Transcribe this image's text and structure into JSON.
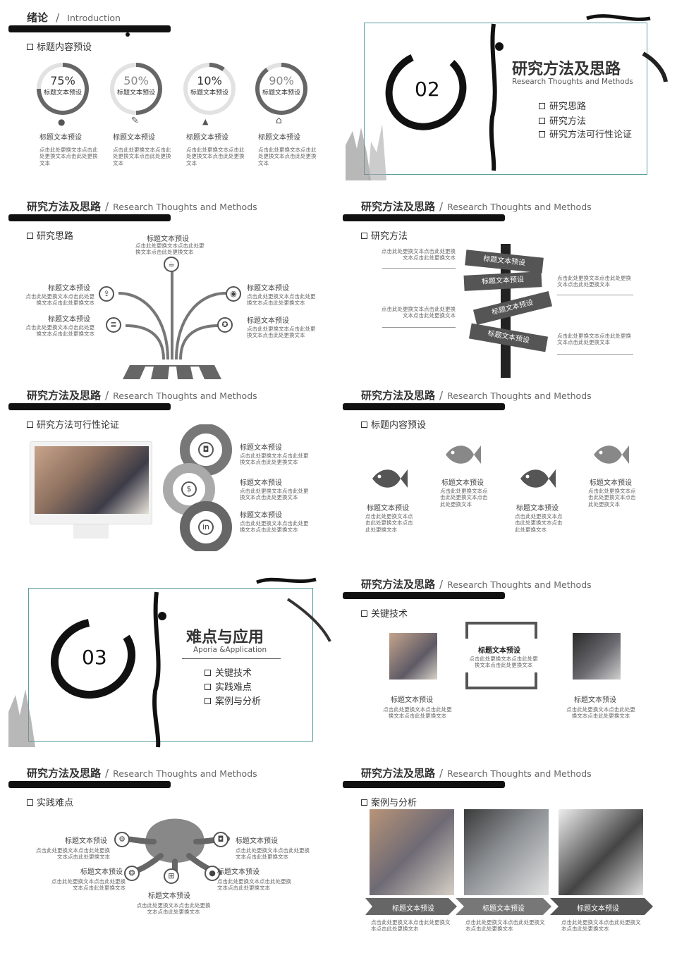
{
  "common": {
    "section_cn": "研究方法及思路",
    "separator": "/",
    "section_en": "Research Thoughts and Methods",
    "placeholder_title": "标题文本预设",
    "placeholder_body": "点击此处更换文本点击此处更换文本点击此处更换文本",
    "placeholder_body_b": "点击此处更换文本点击此处更换文本点击此处更换文本"
  },
  "s1": {
    "title_cn": "绪论",
    "title_en": "Introduction",
    "subtitle": "标题内容预设",
    "rings": [
      {
        "pct": "75%",
        "label": "标题文本预设",
        "value": 0.75,
        "icon": "user-icon",
        "glyph": "👤"
      },
      {
        "pct": "50%",
        "label": "标题文本预设",
        "value": 0.5,
        "icon": "pencil-icon",
        "glyph": "✎"
      },
      {
        "pct": "10%",
        "label": "标题文本预设",
        "value": 0.1,
        "icon": "graduation-cap-icon",
        "glyph": "🎓"
      },
      {
        "pct": "90%",
        "label": "标题文本预设",
        "value": 0.9,
        "icon": "home-icon",
        "glyph": "⌂"
      }
    ],
    "item_title": "标题文本预设",
    "item_body": "点击此处更换文本点击此处更换文本点击此处更换文本"
  },
  "s2": {
    "number": "02",
    "title": "研究方法及思路",
    "subtitle": "Research Thoughts and Methods",
    "items": [
      "研究思路",
      "研究方法",
      "研究方法可行性论证"
    ]
  },
  "s3": {
    "subtitle": "研究思路"
  },
  "s4": {
    "subtitle": "研究方法",
    "signs": [
      "标题文本预设",
      "标题文本预设",
      "标题文本预设",
      "标题文本预设"
    ]
  },
  "s5": {
    "subtitle": "研究方法可行性论证"
  },
  "s6": {
    "subtitle": "标题内容预设"
  },
  "s7": {
    "number": "03",
    "title": "难点与应用",
    "subtitle": "Aporia &Application",
    "items": [
      "关键技术",
      "实践难点",
      "案例与分析"
    ]
  },
  "s8": {
    "subtitle": "关键技术"
  },
  "s9": {
    "subtitle": "实践难点"
  },
  "s10": {
    "subtitle": "案例与分析"
  },
  "colors": {
    "accent": "#5b9ea0",
    "ink": "#111111",
    "gray": "#666666"
  }
}
